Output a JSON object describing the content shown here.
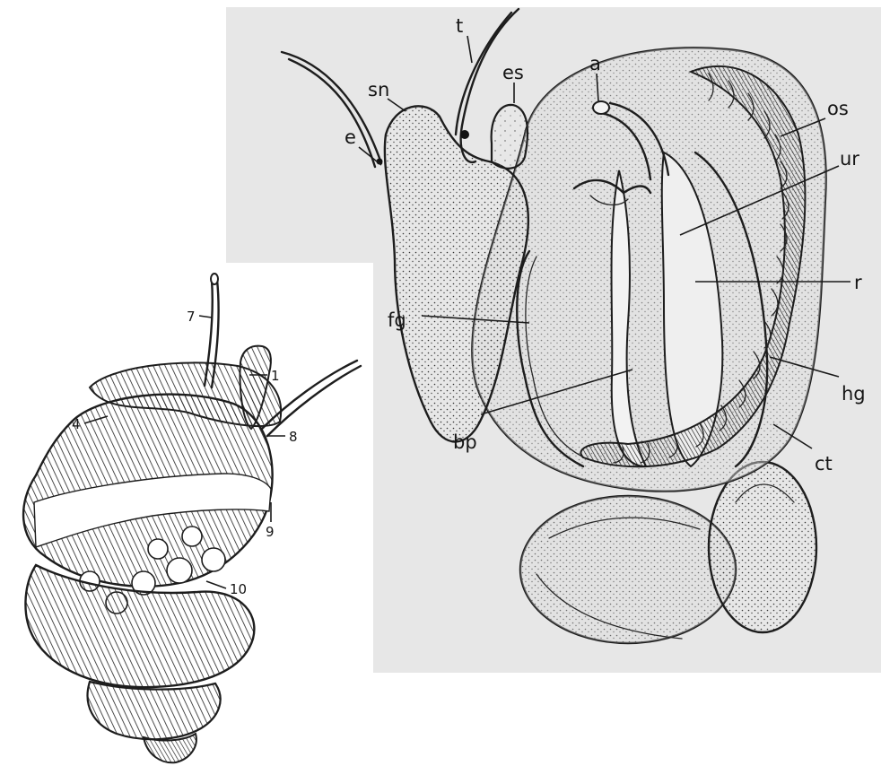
{
  "anatomy_figure": {
    "labels": {
      "e": "e",
      "sn": "sn",
      "t": "t",
      "es": "es",
      "a": "a",
      "os": "os",
      "ur": "ur",
      "r": "r",
      "fg": "fg",
      "hg": "hg",
      "bp": "bp",
      "ct": "ct"
    }
  },
  "shell_figure": {
    "labels": {
      "n7": "7",
      "n1": "1",
      "n4": "4",
      "n8": "8",
      "n9": "9",
      "n10": "10"
    }
  }
}
